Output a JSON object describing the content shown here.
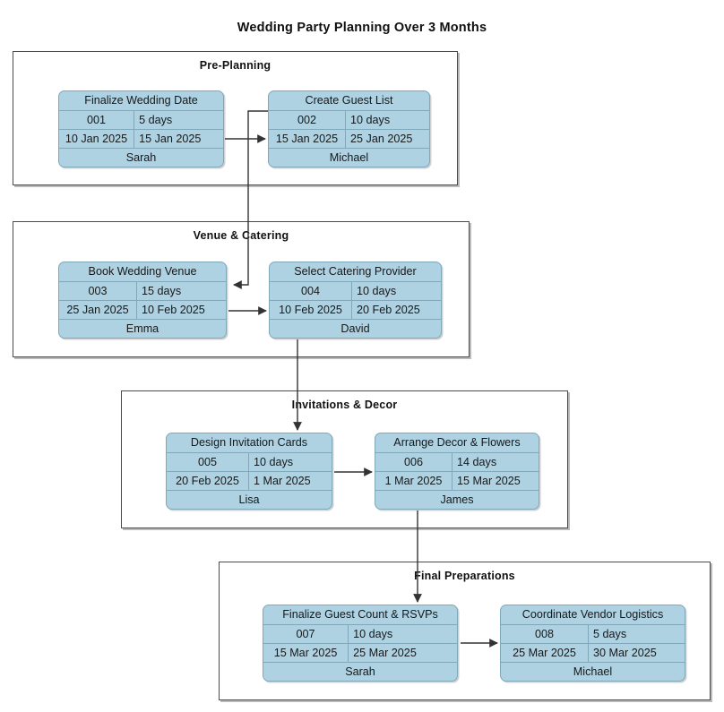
{
  "chart_data": {
    "type": "diagram",
    "title": "Wedding Party Planning Over 3 Months",
    "diagram_kind": "grouped-task-flowchart",
    "columns": [
      "task_name",
      "id",
      "duration",
      "start_date",
      "end_date",
      "owner"
    ],
    "groups": [
      {
        "name": "Pre-Planning",
        "tasks": [
          {
            "id": "001",
            "name": "Finalize Wedding Date",
            "duration": "5 days",
            "start": "10 Jan 2025",
            "end": "15 Jan 2025",
            "owner": "Sarah"
          },
          {
            "id": "002",
            "name": "Create Guest List",
            "duration": "10 days",
            "start": "15 Jan 2025",
            "end": "25 Jan 2025",
            "owner": "Michael"
          }
        ]
      },
      {
        "name": "Venue & Catering",
        "tasks": [
          {
            "id": "003",
            "name": "Book Wedding Venue",
            "duration": "15 days",
            "start": "25 Jan 2025",
            "end": "10 Feb 2025",
            "owner": "Emma"
          },
          {
            "id": "004",
            "name": "Select Catering Provider",
            "duration": "10 days",
            "start": "10 Feb 2025",
            "end": "20 Feb 2025",
            "owner": "David"
          }
        ]
      },
      {
        "name": "Invitations & Decor",
        "tasks": [
          {
            "id": "005",
            "name": "Design Invitation Cards",
            "duration": "10 days",
            "start": "20 Feb 2025",
            "end": "1 Mar 2025",
            "owner": "Lisa"
          },
          {
            "id": "006",
            "name": "Arrange Decor & Flowers",
            "duration": "14 days",
            "start": "1 Mar 2025",
            "end": "15 Mar 2025",
            "owner": "James"
          }
        ]
      },
      {
        "name": "Final Preparations",
        "tasks": [
          {
            "id": "007",
            "name": "Finalize Guest Count & RSVPs",
            "duration": "10 days",
            "start": "15 Mar 2025",
            "end": "25 Mar 2025",
            "owner": "Sarah"
          },
          {
            "id": "008",
            "name": "Coordinate Vendor Logistics",
            "duration": "5 days",
            "start": "25 Mar 2025",
            "end": "30 Mar 2025",
            "owner": "Michael"
          }
        ]
      }
    ],
    "edges": [
      {
        "from": "001",
        "to": "002"
      },
      {
        "from": "002",
        "to": "003"
      },
      {
        "from": "003",
        "to": "004"
      },
      {
        "from": "004",
        "to": "005"
      },
      {
        "from": "005",
        "to": "006"
      },
      {
        "from": "006",
        "to": "007"
      },
      {
        "from": "007",
        "to": "008"
      }
    ],
    "colors": {
      "task_fill": "#aed2e2",
      "task_border": "#7fa8bb",
      "group_border": "#4a4a4a",
      "connector": "#333333",
      "text": "#17181a",
      "page_background": "#ffffff",
      "outer_background": "#f8f9fb"
    }
  }
}
